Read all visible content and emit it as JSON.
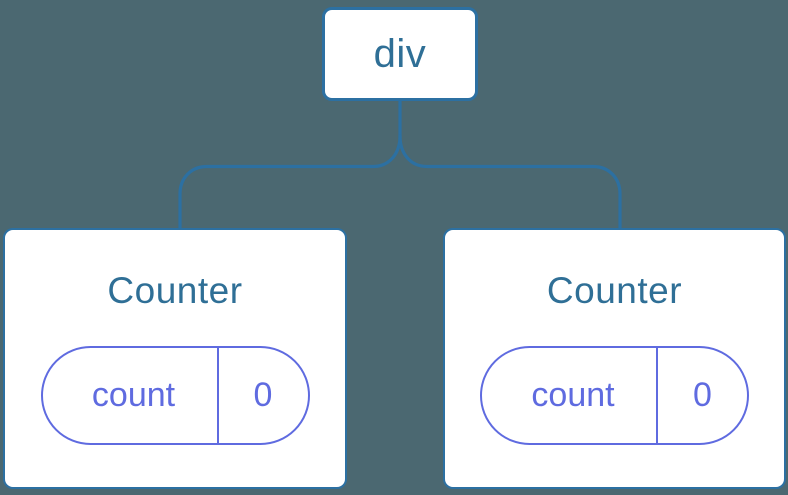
{
  "colors": {
    "background": "#4B6871",
    "node_border": "#2C70A2",
    "node_text": "#2F6F96",
    "state_accent": "#5F6BE0",
    "node_fill": "#FFFFFF"
  },
  "tree": {
    "root": {
      "label": "div"
    },
    "children": [
      {
        "title": "Counter",
        "state": {
          "key": "count",
          "value": "0"
        }
      },
      {
        "title": "Counter",
        "state": {
          "key": "count",
          "value": "0"
        }
      }
    ]
  }
}
